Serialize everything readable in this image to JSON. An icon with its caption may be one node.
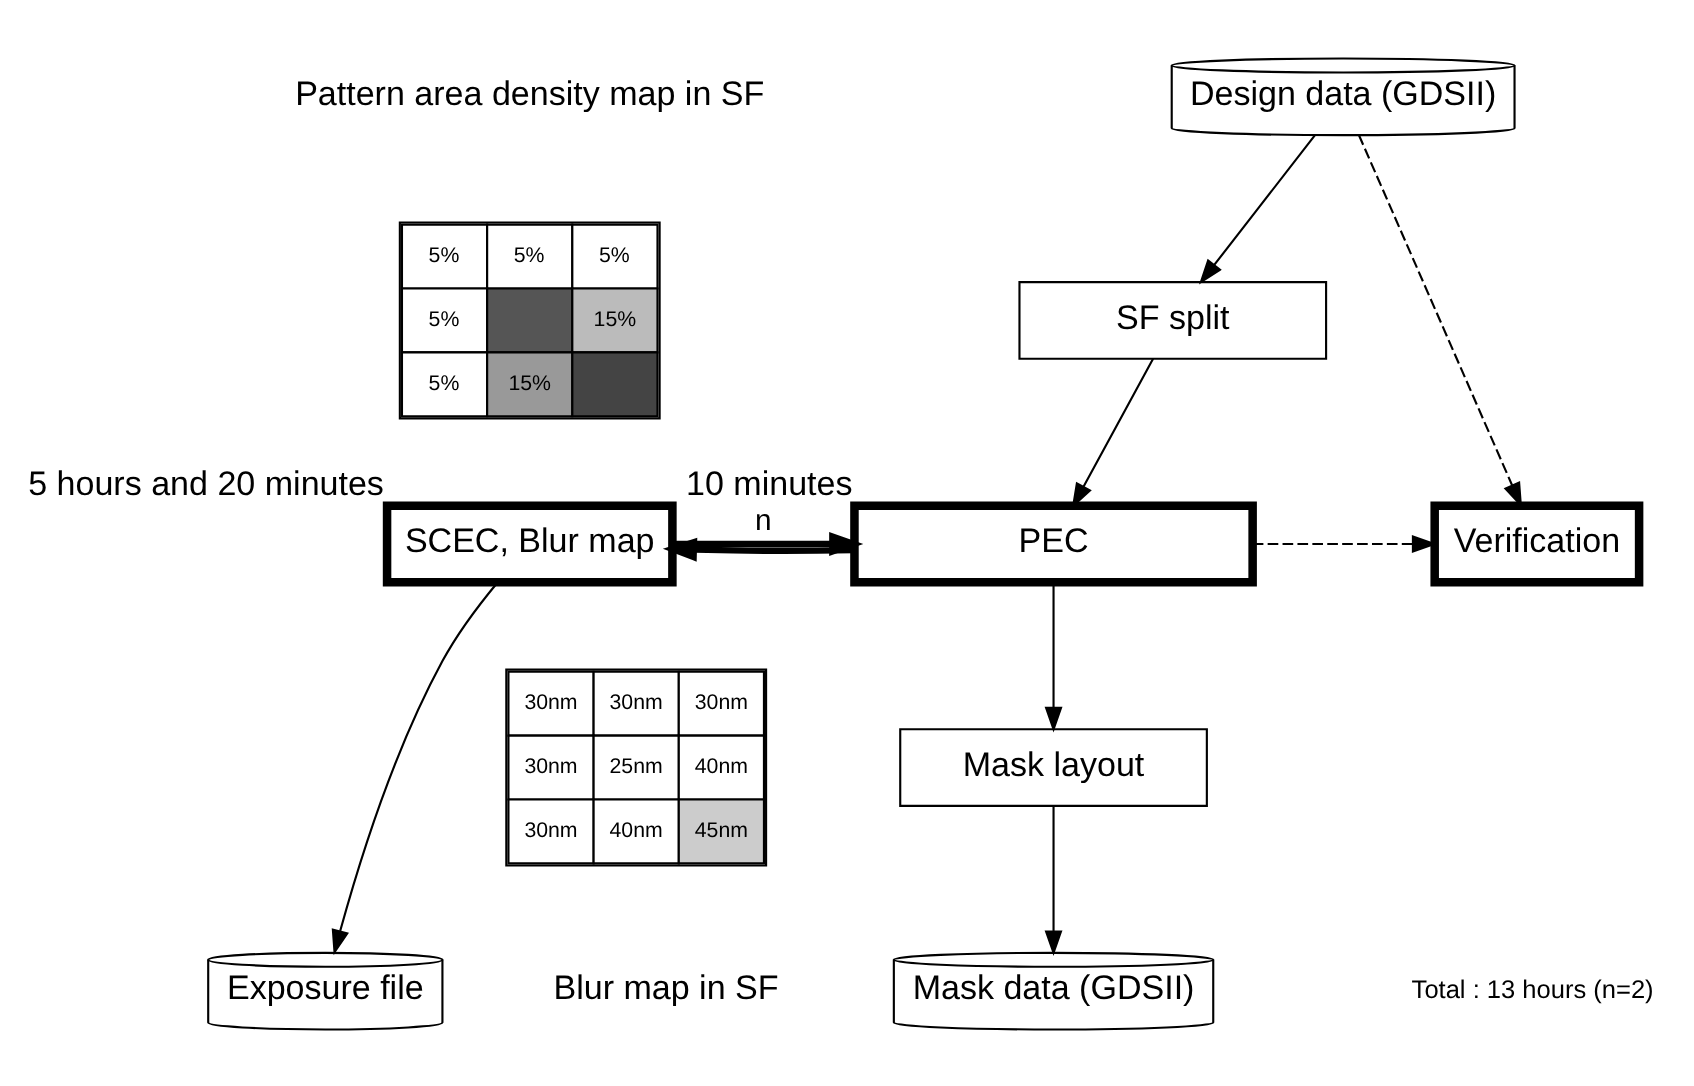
{
  "diagram": {
    "nodes": [
      {
        "text": [
          "Design data (GDSII)"
        ]
      },
      {
        "text": [
          "SF split"
        ]
      },
      {
        "text": [
          "PEC"
        ],
        "beside": [
          "10 minutes"
        ]
      },
      {
        "text": [
          "Verification"
        ]
      },
      {
        "text": [
          "SCEC, Blur map"
        ],
        "beside": [
          "5 hours and 20 minutes"
        ]
      },
      {
        "text": [
          "Mask layout"
        ]
      },
      {
        "text": [
          "Mask data (GDSII)"
        ]
      },
      {
        "text": [
          "Exposure file"
        ]
      }
    ],
    "edges": [
      {
        "from": 0,
        "to": 1,
        "arrow": "to"
      },
      {
        "from": 1,
        "to": 2,
        "arrow": "to"
      },
      {
        "from": 0,
        "to": 3,
        "arrow": "to",
        "style": "dashed"
      },
      {
        "from": 2,
        "to": 3,
        "arrow": "to",
        "style": "dashed"
      },
      {
        "from": 2,
        "to": 4,
        "arrow": "to",
        "style": "thick"
      },
      {
        "from": 4,
        "to": 2,
        "arrow": "to",
        "style": "thick",
        "label": "n"
      },
      {
        "from": 2,
        "to": 5,
        "arrow": "to"
      },
      {
        "from": 5,
        "to": 6,
        "arrow": "to"
      },
      {
        "from": 4,
        "to": 7,
        "arrow": "to"
      }
    ],
    "labels": [
      "Pattern area density map in SF",
      "5%",
      "5%",
      "5%",
      "5%",
      "15%",
      "5%",
      "15%",
      "Blur map in SF",
      "30nm",
      "30nm",
      "30nm",
      "30nm",
      "25nm",
      "40nm",
      "30nm",
      "40nm",
      "45nm",
      "Total : 13 hours (n=2)"
    ]
  }
}
